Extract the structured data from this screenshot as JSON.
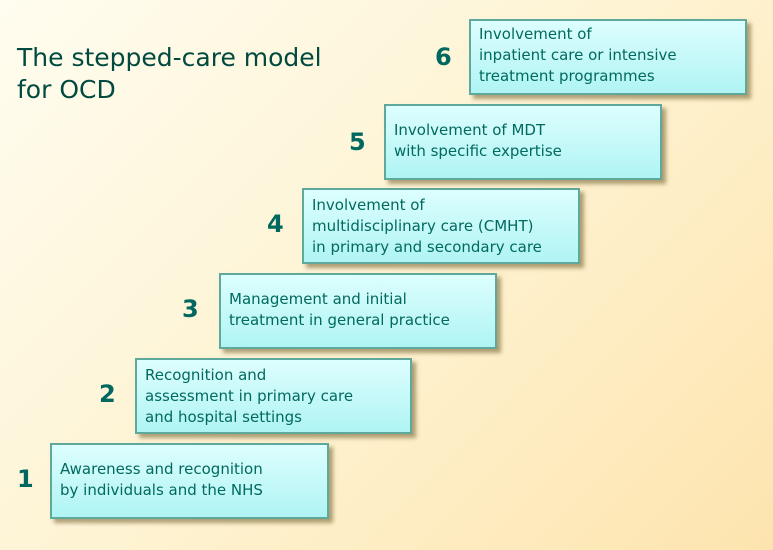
{
  "title": "The stepped-care model\nfor OCD",
  "steps": [
    {
      "number": "1",
      "text": "Awareness and recognition\nby individuals and the NHS"
    },
    {
      "number": "2",
      "text": "Recognition and\nassessment in primary care\nand hospital settings"
    },
    {
      "number": "3",
      "text": "Management and initial\ntreatment in general practice"
    },
    {
      "number": "4",
      "text": "Involvement of\nmultidisciplinary care (CMHT)\nin primary and secondary care"
    },
    {
      "number": "5",
      "text": "Involvement of MDT\nwith specific expertise"
    },
    {
      "number": "6",
      "text": "Involvement of\ninpatient care or intensive\ntreatment programmes"
    }
  ]
}
